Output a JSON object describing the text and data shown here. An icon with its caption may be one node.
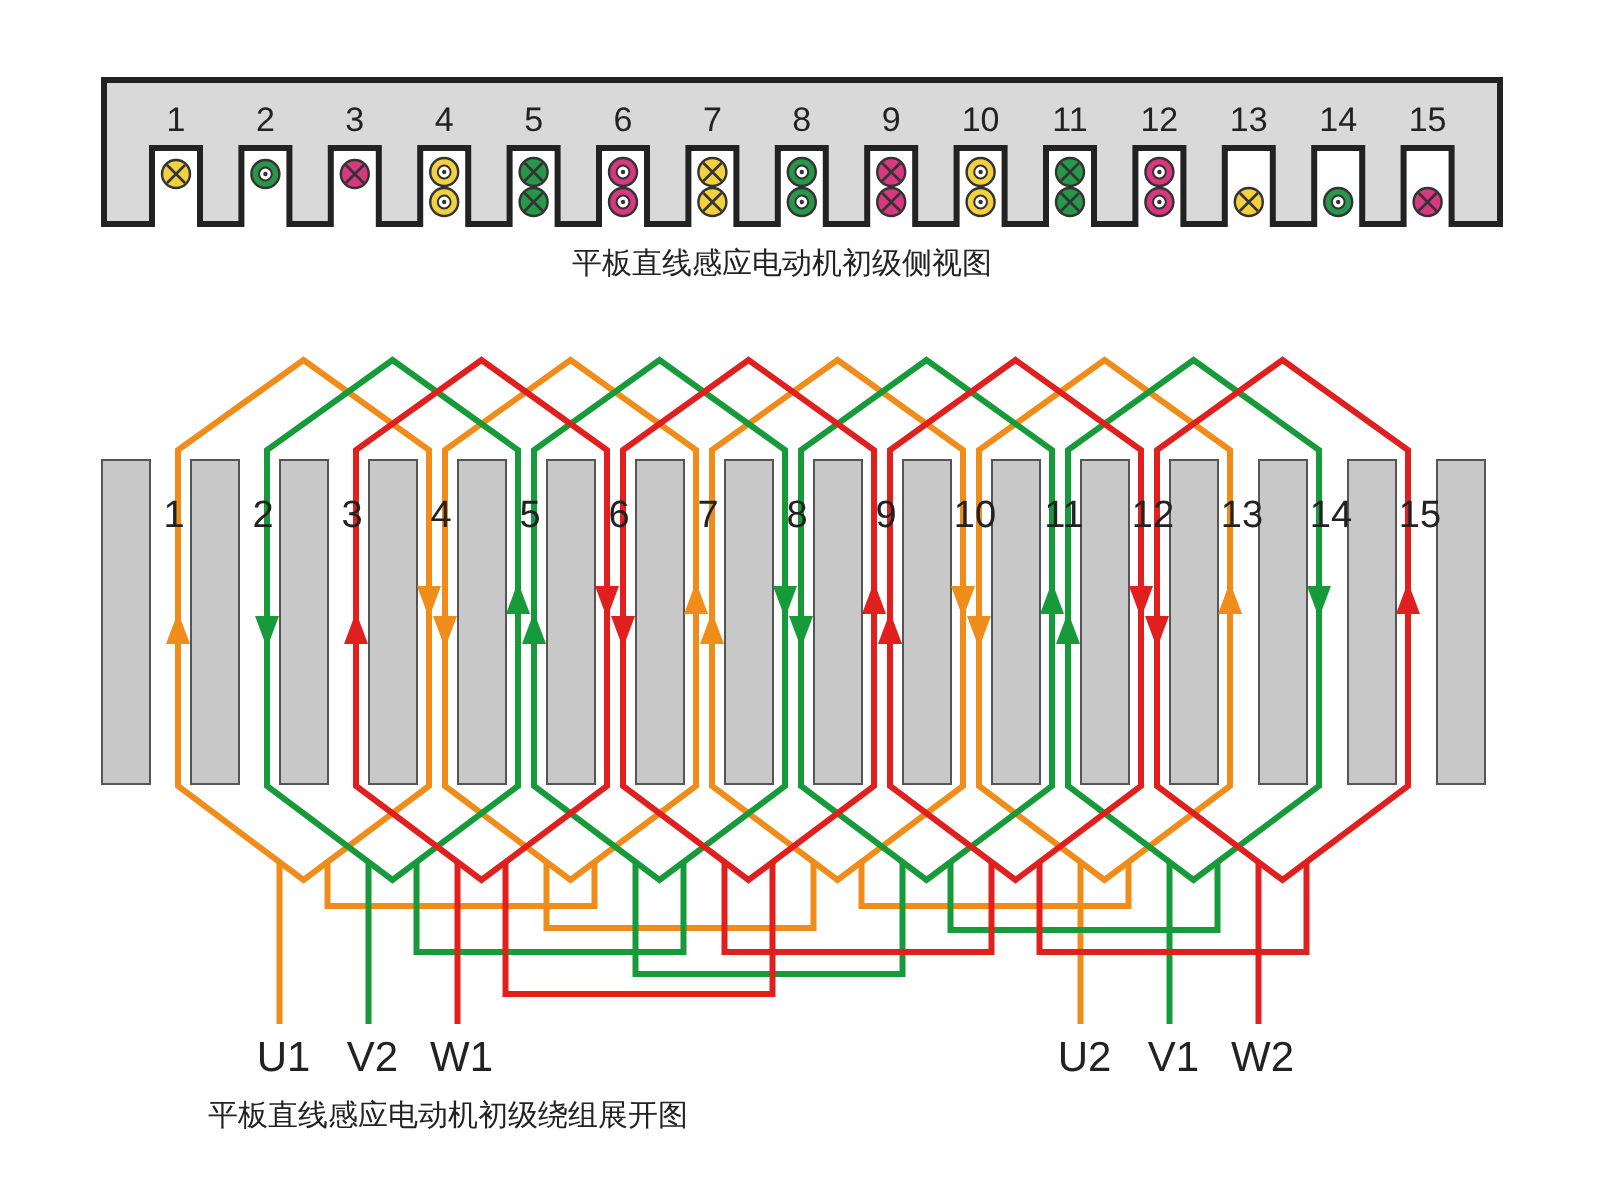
{
  "diagram": {
    "labels": [
      "1",
      "2",
      "3",
      "4",
      "5",
      "6",
      "7",
      "8",
      "9",
      "10",
      "11",
      "12",
      "13",
      "14",
      "15",
      "平板直线感应电动机初级侧视图",
      "1",
      "2",
      "3",
      "4",
      "5",
      "6",
      "7",
      "8",
      "9",
      "10",
      "11",
      "12",
      "13",
      "14",
      "15",
      "U1",
      "V2",
      "W1",
      "U2",
      "V1",
      "W2",
      "平板直线感应电动机初级绕组展开图"
    ]
  }
}
